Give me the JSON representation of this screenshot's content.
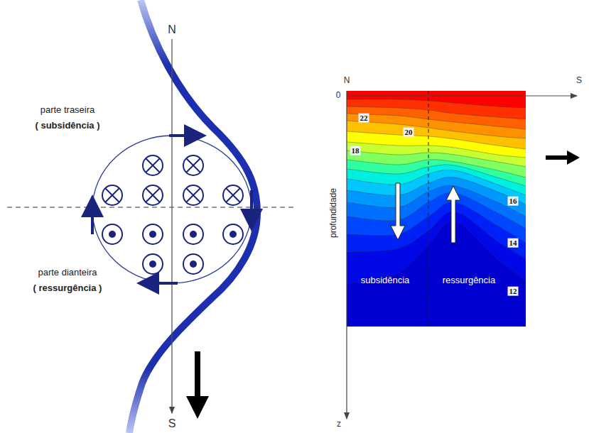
{
  "diagram": {
    "labels": [
      "N",
      "S",
      "parte traseira",
      "( subsidência )",
      "parte dianteira",
      "( ressurgência )",
      "N",
      "S",
      "0",
      "profundidade",
      "z",
      "22",
      "20",
      "18",
      "16",
      "14",
      "12",
      "subsidência",
      "ressurgência"
    ]
  }
}
